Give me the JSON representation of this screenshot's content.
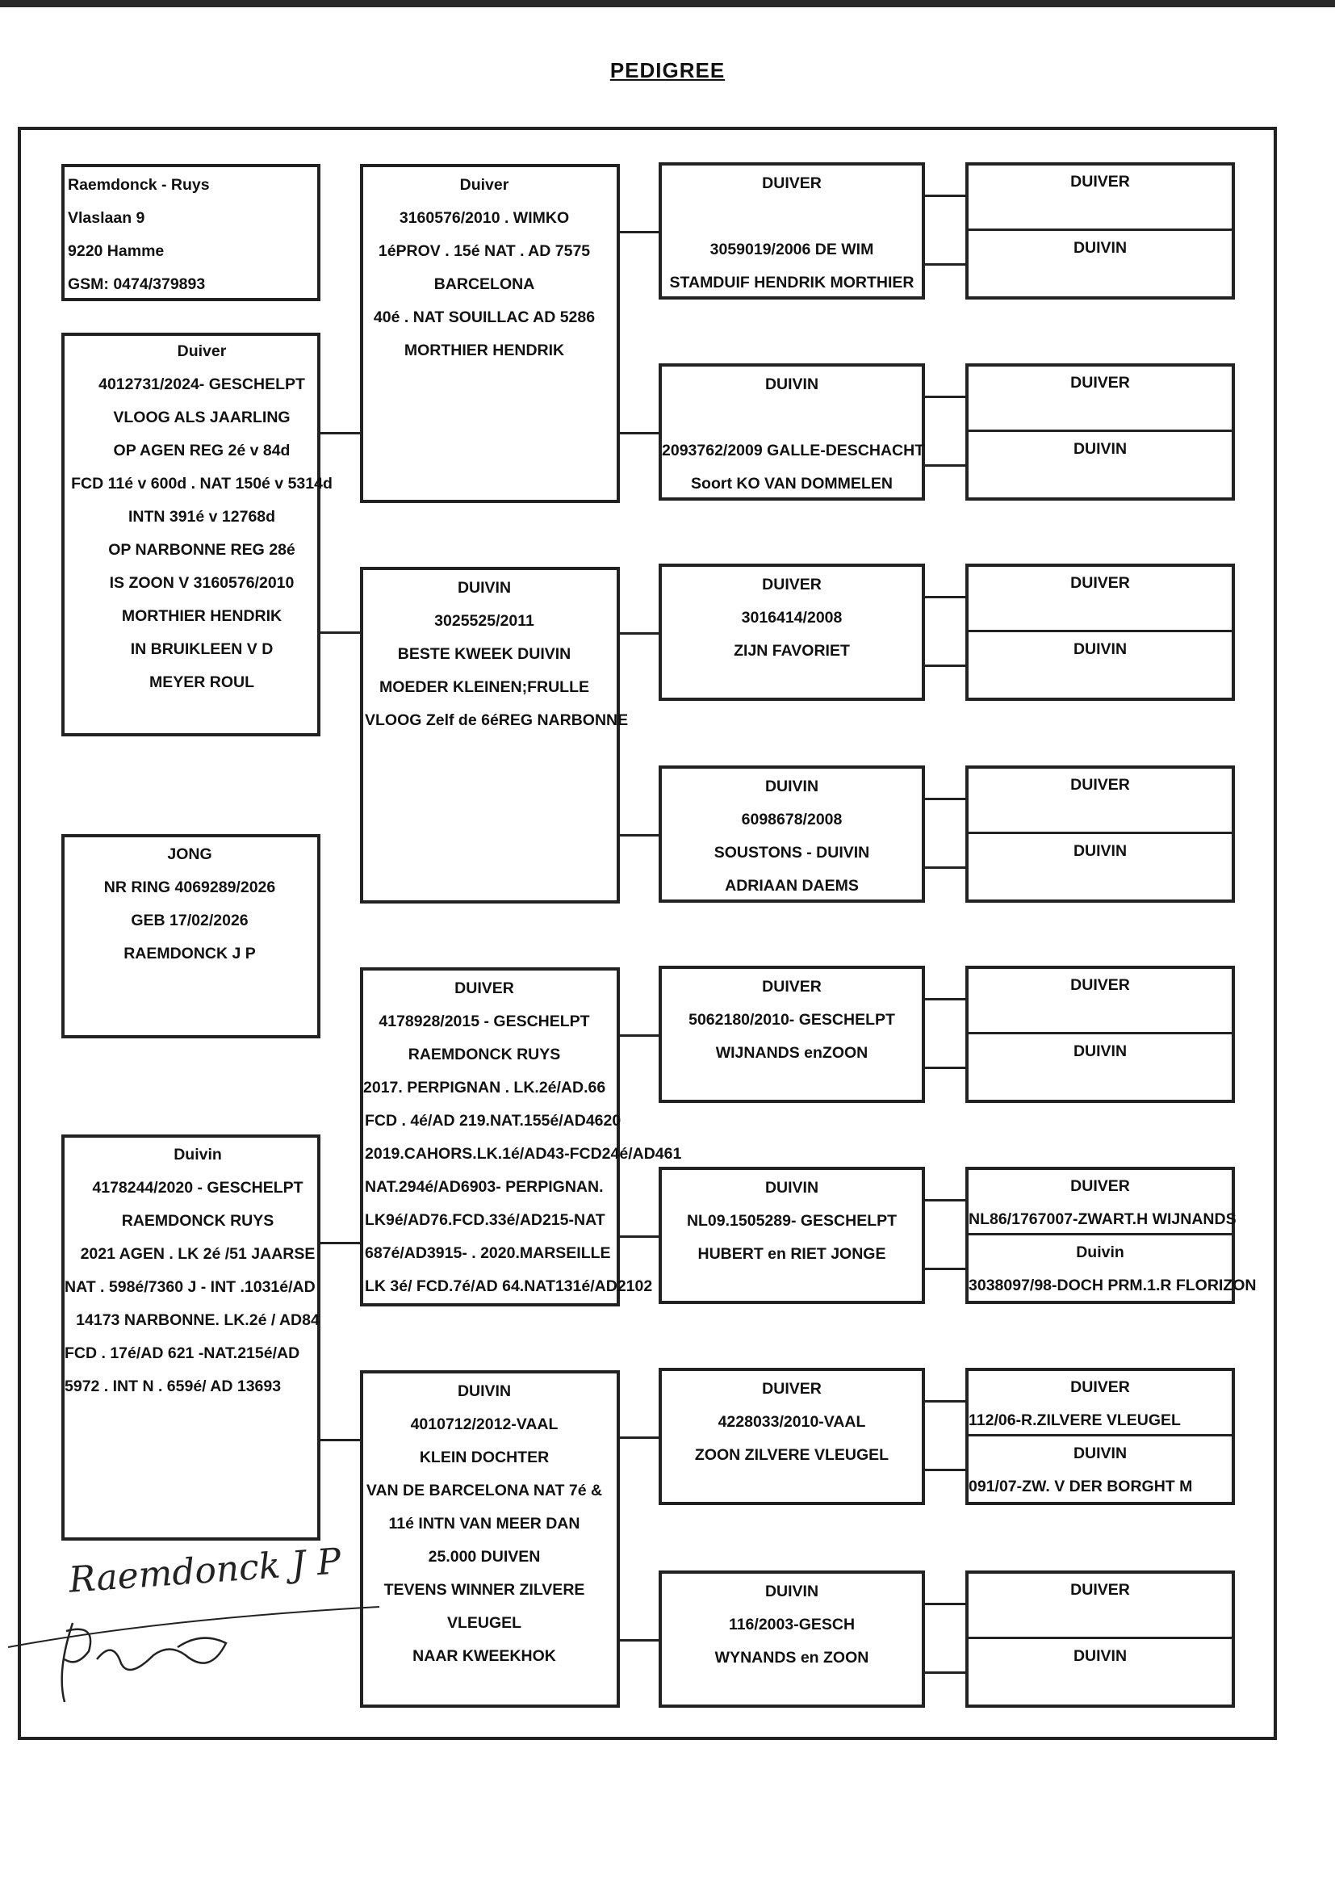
{
  "title": "PEDIGREE",
  "owner": {
    "lines": [
      "Raemdonck - Ruys",
      "Vlaslaan 9",
      "9220 Hamme",
      "GSM: 0474/379893"
    ]
  },
  "subject": {
    "lines": [
      "Duiver",
      "4012731/2024- GESCHELPT",
      "VLOOG ALS JAARLING",
      "OP AGEN REG 2é v 84d",
      "FCD 11é v 600d . NAT 150é v 5314d",
      "INTN 391é v 12768d",
      "OP NARBONNE REG 28é",
      "IS ZOON V 3160576/2010",
      "MORTHIER HENDRIK",
      "IN BRUIKLEEN V D",
      "MEYER ROUL"
    ]
  },
  "young": {
    "lines": [
      "JONG",
      "NR RING 4069289/2026",
      "GEB 17/02/2026",
      "RAEMDONCK J P"
    ]
  },
  "dam_subject": {
    "lines": [
      "Duivin",
      "4178244/2020 - GESCHELPT",
      "RAEMDONCK RUYS",
      "2021 AGEN . LK 2é /51 JAARSE",
      "NAT . 598é/7360 J - INT .1031é/AD",
      "14173 NARBONNE. LK.2é / AD84",
      "FCD . 17é/AD 621 -NAT.215é/AD",
      "5972 . INT N . 659é/ AD 13693"
    ]
  },
  "parents": [
    {
      "lines": [
        "Duiver",
        "3160576/2010 . WIMKO",
        "1éPROV . 15é NAT . AD 7575",
        "BARCELONA",
        "40é . NAT SOUILLAC AD 5286",
        "MORTHIER HENDRIK"
      ]
    },
    {
      "lines": [
        "DUIVIN",
        "3025525/2011",
        "BESTE KWEEK DUIVIN",
        "MOEDER KLEINEN;FRULLE",
        "VLOOG Zelf de 6éREG NARBONNE"
      ]
    },
    {
      "lines": [
        "DUIVER",
        "4178928/2015 - GESCHELPT",
        "RAEMDONCK RUYS",
        "2017. PERPIGNAN . LK.2é/AD.66",
        "FCD . 4é/AD 219.NAT.155é/AD4620",
        "2019.CAHORS.LK.1é/AD43-FCD24é/AD461",
        "NAT.294é/AD6903- PERPIGNAN.",
        "LK9é/AD76.FCD.33é/AD215-NAT",
        "687é/AD3915- . 2020.MARSEILLE",
        "LK 3é/ FCD.7é/AD 64.NAT131é/AD2102"
      ]
    },
    {
      "lines": [
        "DUIVIN",
        "4010712/2012-VAAL",
        "KLEIN DOCHTER",
        "VAN DE BARCELONA NAT 7é &",
        "11é INTN VAN MEER DAN",
        "25.000 DUIVEN",
        "TEVENS WINNER ZILVERE",
        "VLEUGEL",
        "NAAR KWEEKHOK"
      ]
    }
  ],
  "grandparents": [
    {
      "lines": [
        "DUIVER",
        "",
        "3059019/2006 DE WIM",
        "STAMDUIF HENDRIK MORTHIER"
      ]
    },
    {
      "lines": [
        "DUIVIN",
        "",
        "2093762/2009 GALLE-DESCHACHT",
        "Soort KO VAN DOMMELEN"
      ]
    },
    {
      "lines": [
        "DUIVER",
        "3016414/2008",
        "ZIJN FAVORIET"
      ]
    },
    {
      "lines": [
        "DUIVIN",
        "6098678/2008",
        "SOUSTONS - DUIVIN",
        "ADRIAAN DAEMS"
      ]
    },
    {
      "lines": [
        "DUIVER",
        "5062180/2010- GESCHELPT",
        "WIJNANDS enZOON"
      ]
    },
    {
      "lines": [
        "DUIVIN",
        "NL09.1505289- GESCHELPT",
        "HUBERT en RIET JONGE"
      ]
    },
    {
      "lines": [
        "DUIVER",
        "4228033/2010-VAAL",
        "ZOON ZILVERE VLEUGEL"
      ]
    },
    {
      "lines": [
        "DUIVIN",
        "116/2003-GESCH",
        "WYNANDS en ZOON"
      ]
    }
  ],
  "great_grandparents": [
    {
      "top": [
        "DUIVER"
      ],
      "bottom": [
        "DUIVIN"
      ]
    },
    {
      "top": [
        "DUIVER"
      ],
      "bottom": [
        "DUIVIN"
      ]
    },
    {
      "top": [
        "DUIVER"
      ],
      "bottom": [
        "DUIVIN"
      ]
    },
    {
      "top": [
        "DUIVER"
      ],
      "bottom": [
        "DUIVIN"
      ]
    },
    {
      "top": [
        "DUIVER"
      ],
      "bottom": [
        "DUIVIN"
      ]
    },
    {
      "top": [
        "DUIVER",
        "NL86/1767007-ZWART.H WIJNANDS"
      ],
      "bottom": [
        "Duivin",
        "3038097/98-DOCH PRM.1.R FLORIZON"
      ]
    },
    {
      "top": [
        "DUIVER",
        "112/06-R.ZILVERE VLEUGEL"
      ],
      "bottom": [
        "DUIVIN",
        "091/07-ZW. V DER BORGHT M"
      ]
    },
    {
      "top": [
        "DUIVER"
      ],
      "bottom": [
        "DUIVIN"
      ]
    }
  ],
  "signature": {
    "name": "Raemdonck J P"
  }
}
